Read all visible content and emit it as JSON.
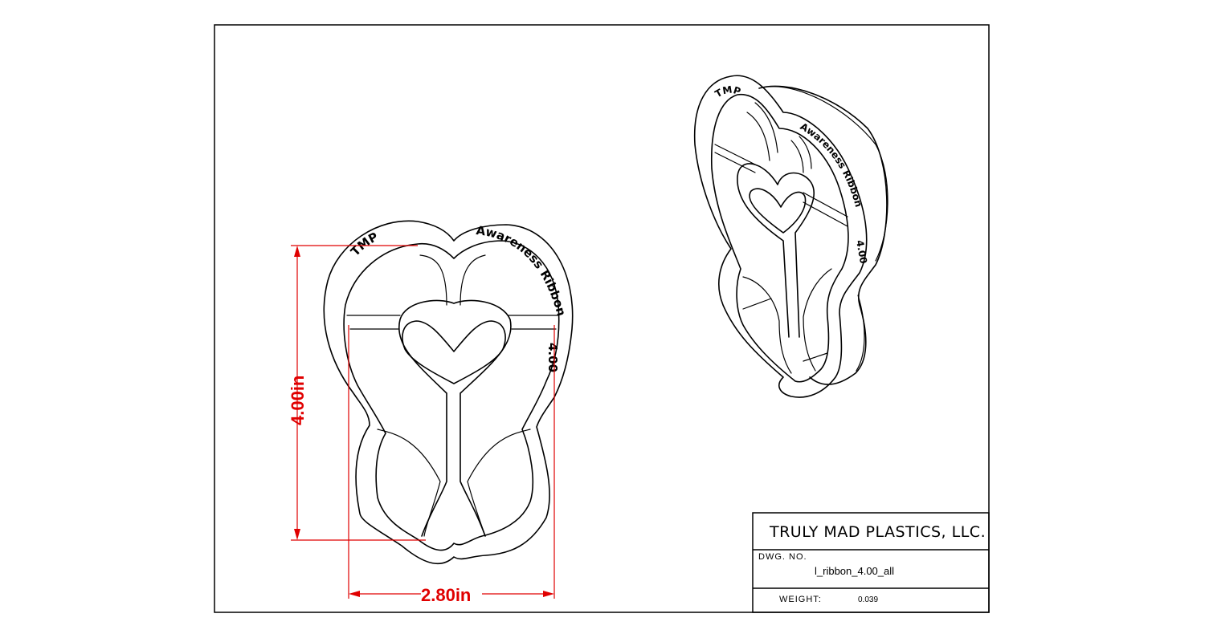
{
  "drawing": {
    "emboss_left": "TMP",
    "emboss_right": "Awareness Ribbon",
    "emboss_size": "4.00",
    "dimension_height": "4.00in",
    "dimension_width": "2.80in"
  },
  "title_block": {
    "company": "TRULY MAD PLASTICS, LLC.",
    "dwg_no_label": "DWG.  NO.",
    "dwg_no_value": "l_ribbon_4.00_all",
    "weight_label": "WEIGHT:",
    "weight_value": "0.039"
  },
  "colors": {
    "dimension": "#e00000",
    "line": "#000000"
  }
}
